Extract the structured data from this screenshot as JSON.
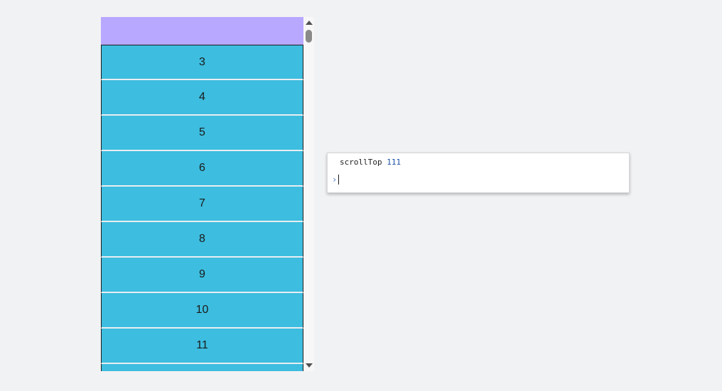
{
  "list": {
    "items": [
      "3",
      "4",
      "5",
      "6",
      "7",
      "8",
      "9",
      "10",
      "11",
      ""
    ]
  },
  "console": {
    "log_label": "scrollTop",
    "log_value": "111",
    "prompt_symbol": "›"
  },
  "colors": {
    "header": "#b9a8ff",
    "item": "#3dbddf",
    "page_background": "#f1f2f4"
  }
}
